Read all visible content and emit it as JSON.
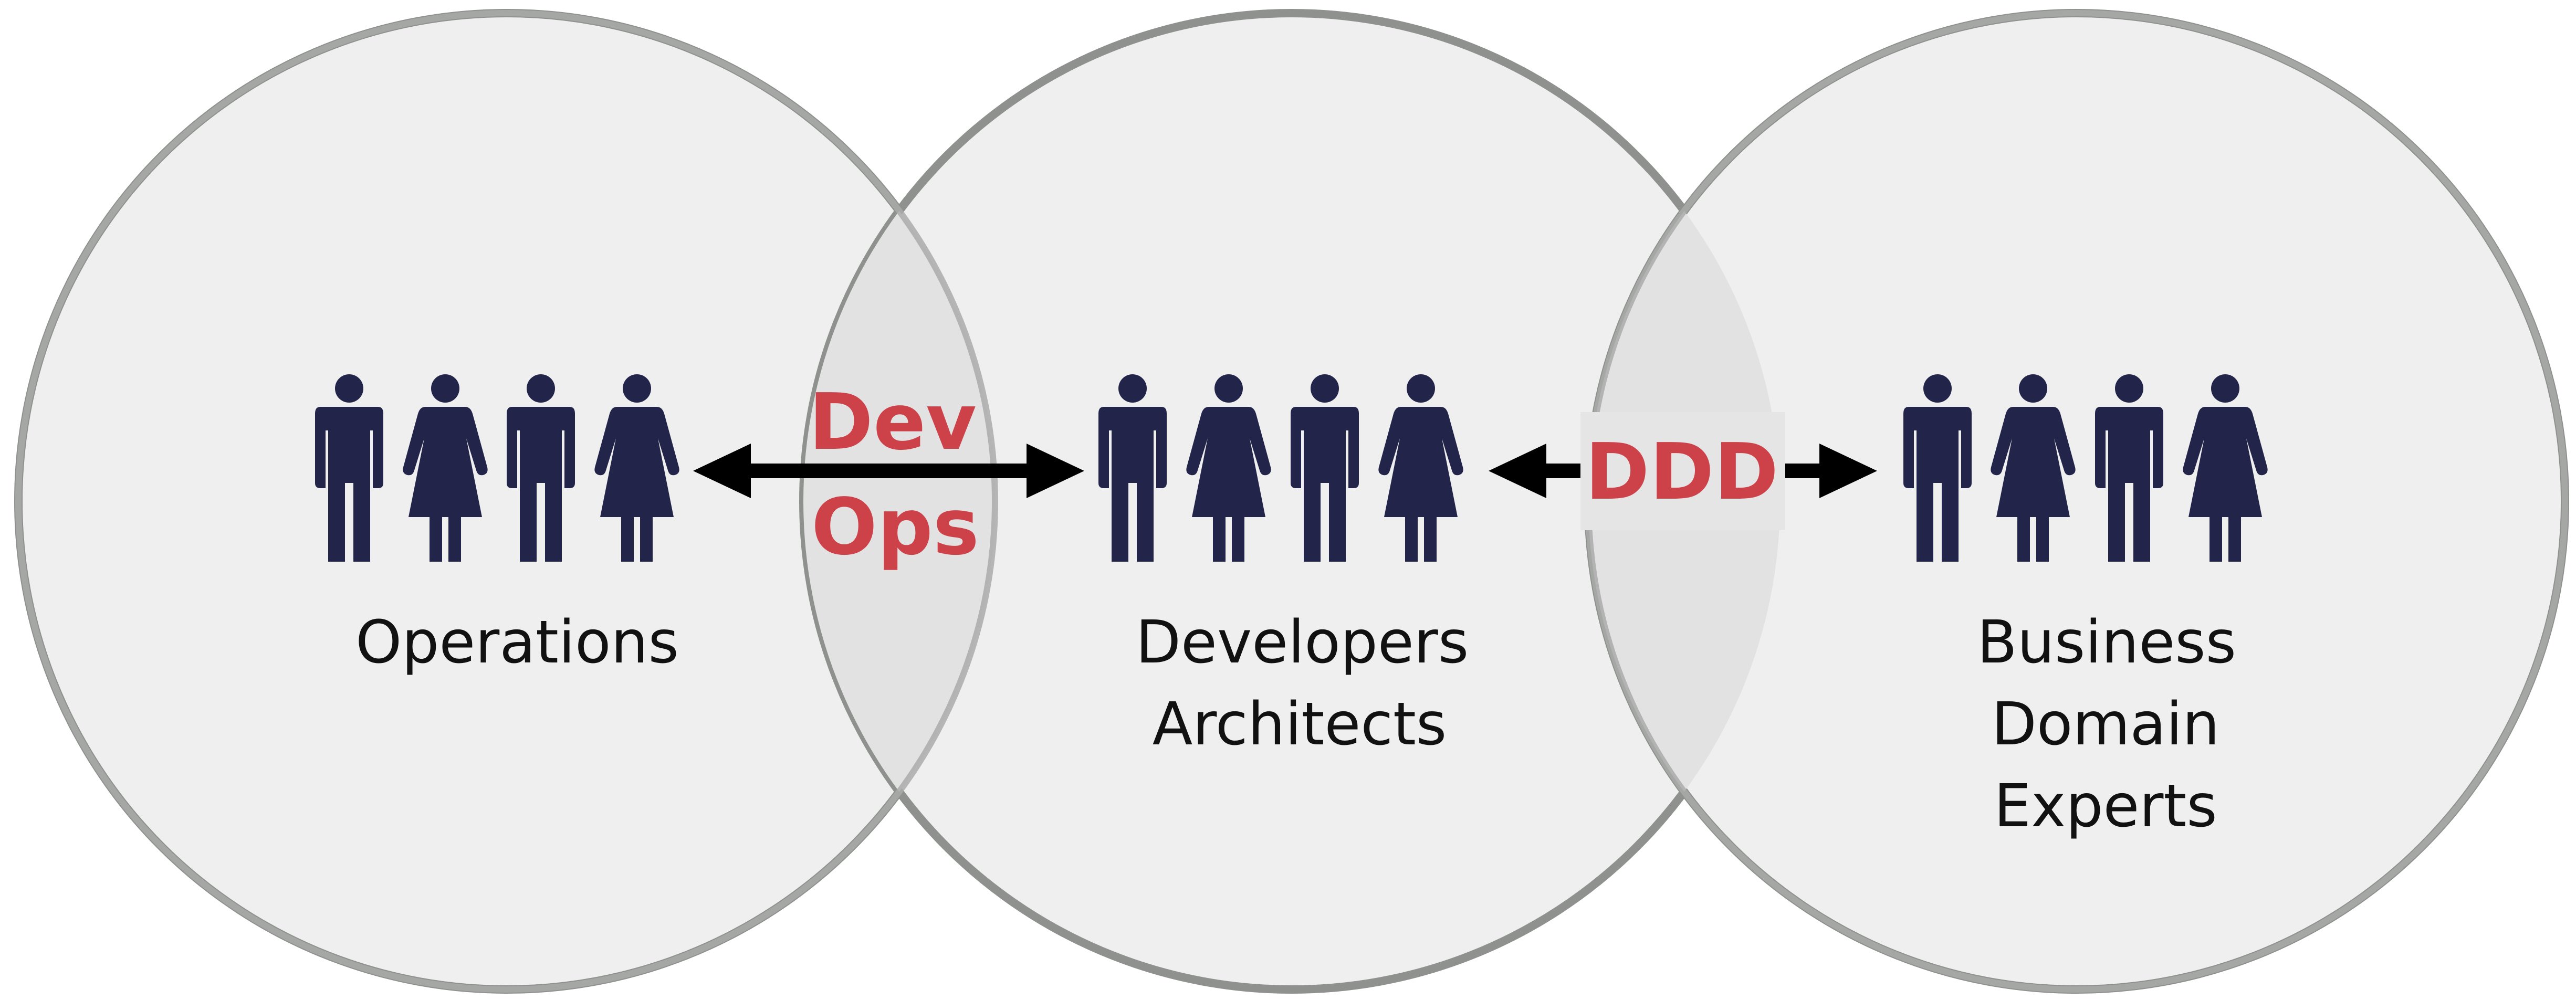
{
  "groups": {
    "left": {
      "line1": "Operations"
    },
    "middle": {
      "line1": "Developers",
      "line2": "Architects"
    },
    "right": {
      "line1": "Business",
      "line2": "Domain",
      "line3": "Experts"
    }
  },
  "overlaps": {
    "devops": {
      "line1": "Dev",
      "line2": "Ops"
    },
    "ddd": {
      "label": "DDD"
    }
  },
  "colors": {
    "circle_fill": "#efefef",
    "circle_stroke": "#8f918f",
    "people": "#23244a",
    "overlap_label": "#cd4149"
  },
  "icons": [
    "man-icon",
    "woman-icon",
    "double-arrow-icon"
  ]
}
